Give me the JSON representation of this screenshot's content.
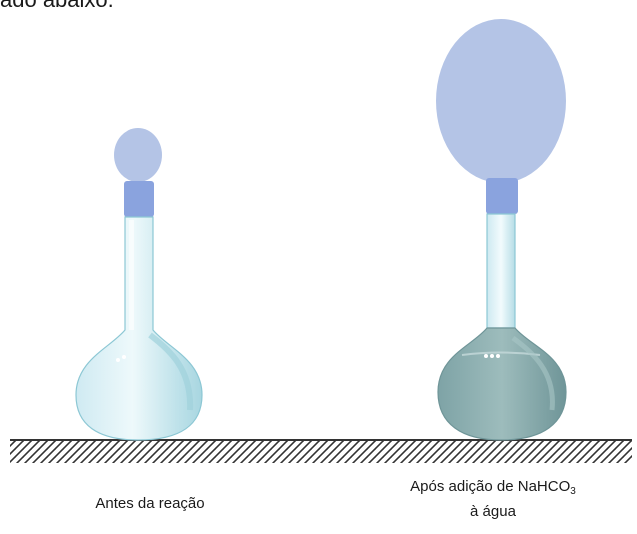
{
  "header": {
    "partial_text": "ado abaixo."
  },
  "captions": {
    "before": "Antes da reação",
    "after_line1_prefix": "Após adição de NaHCO",
    "after_line1_subscript": "3",
    "after_line2": "à água"
  },
  "colors": {
    "balloon": "#b4c4e6",
    "neck_band": "#8aa3de",
    "flask_glass_empty": "#dff3f8",
    "flask_liquid_after": "#8fb1b0",
    "ground_hatch": "#333333"
  }
}
